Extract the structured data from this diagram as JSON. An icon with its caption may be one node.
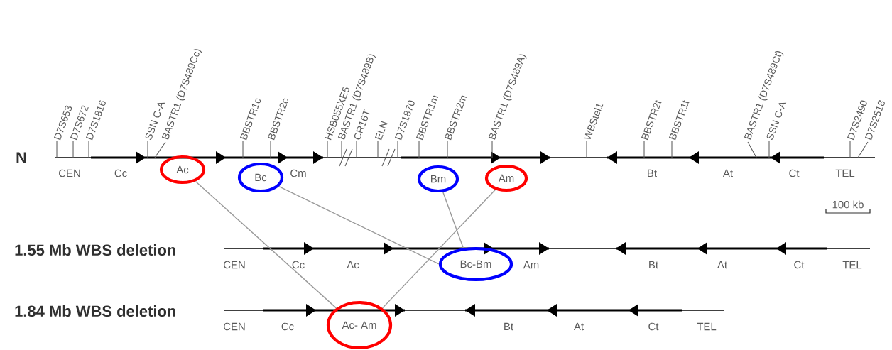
{
  "diagram": {
    "nodes": [
      {
        "text": [
          "Ac"
        ]
      },
      {
        "text": [
          "Bc"
        ]
      },
      {
        "text": [
          "Bm"
        ]
      },
      {
        "text": [
          "Am"
        ]
      },
      {
        "text": [
          "Bc-Bm"
        ]
      },
      {
        "text": [
          "Ac- Am"
        ]
      }
    ],
    "edges": [
      {
        "from": 0,
        "to": 5,
        "arrow": "none"
      },
      {
        "from": 1,
        "to": 4,
        "arrow": "none"
      },
      {
        "from": 2,
        "to": 4,
        "arrow": "none"
      },
      {
        "from": 3,
        "to": 5,
        "arrow": "none"
      }
    ],
    "labels": [
      "D7S653",
      "D7S672",
      "D7S1816",
      "SSN C-A",
      "BASTR1 (D7S489Cc)",
      "BBSTR1c",
      "BBSTR2c",
      "HSB055XE5",
      "BASTR1 (D7S489B)",
      "CR16T",
      "ELN",
      "D7S1870",
      "BBSTR1m",
      "BBSTR2m",
      "BASTR1 (D7S489A)",
      "WBStel1",
      "BBSTR2t",
      "BBSTR1t",
      "BASTR1 (D7S489Ct)",
      "SSN C-A",
      "D7S2490",
      "D7S2518",
      "N",
      "CEN",
      "Cc",
      "Cm",
      "Bt",
      "At",
      "Ct",
      "TEL",
      "100 kb",
      "1.55 Mb WBS deletion",
      "CEN",
      "Cc",
      "Ac",
      "Am",
      "Bt",
      "At",
      "Ct",
      "TEL",
      "1.84 Mb WBS deletion",
      "CEN",
      "Cc",
      "Bt",
      "At",
      "Ct",
      "TEL"
    ]
  }
}
